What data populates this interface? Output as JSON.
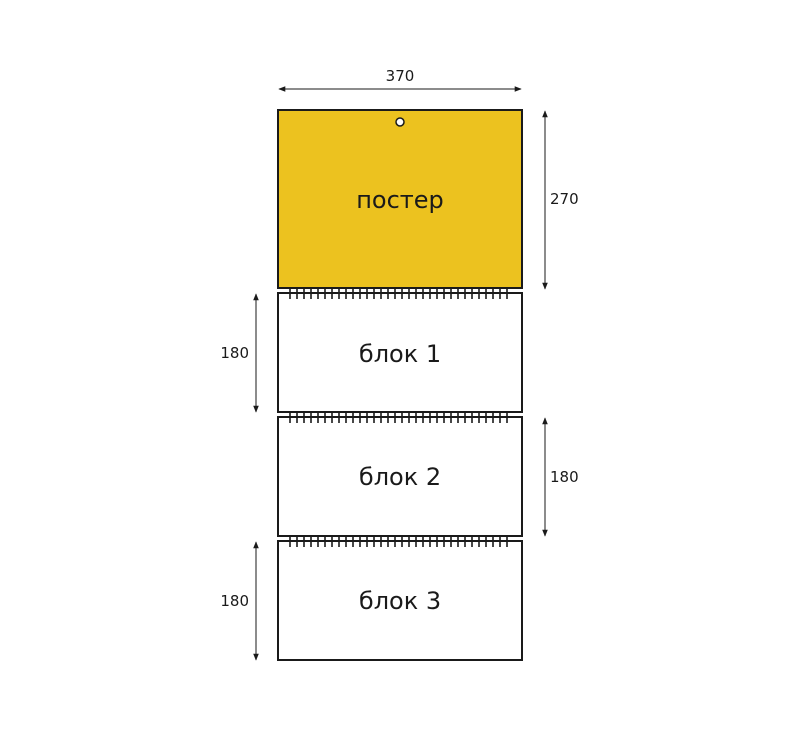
{
  "colors": {
    "poster_fill": "#ecc21f",
    "stroke": "#1a1a1a",
    "background": "#ffffff"
  },
  "poster": {
    "label": "постер"
  },
  "blocks": [
    {
      "label": "блок 1"
    },
    {
      "label": "блок 2"
    },
    {
      "label": "блок 3"
    }
  ],
  "dimensions": {
    "poster_width": "370",
    "poster_height": "270",
    "block1_height": "180",
    "block2_height": "180",
    "block3_height": "180"
  }
}
